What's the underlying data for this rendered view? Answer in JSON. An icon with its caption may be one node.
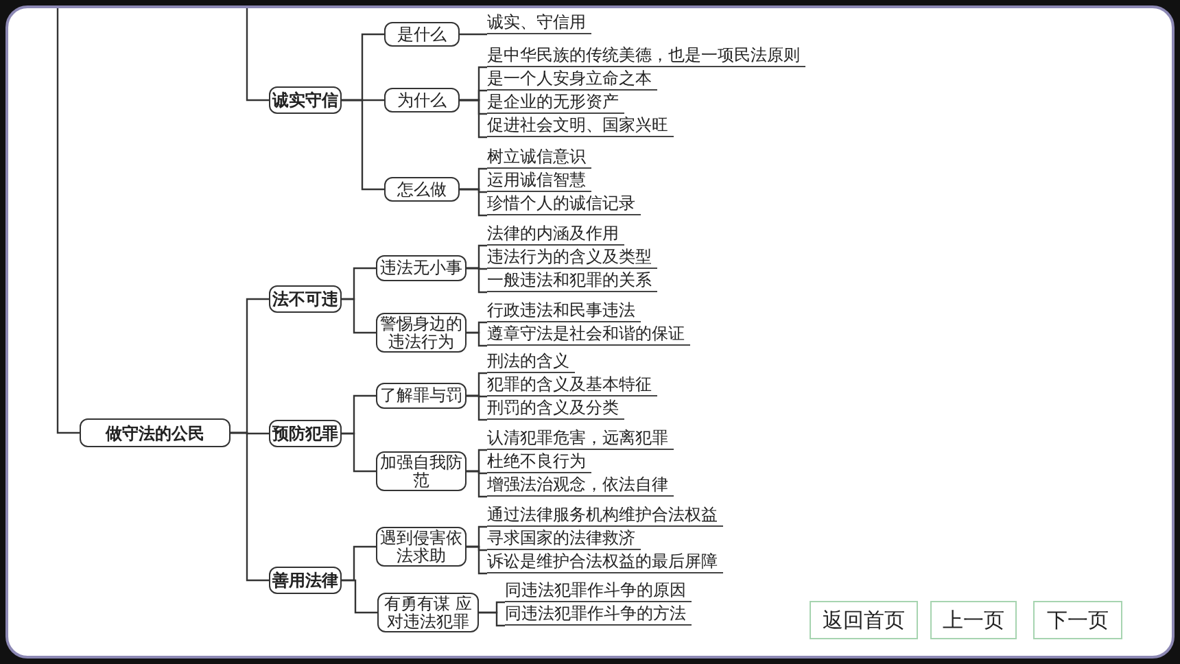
{
  "diagram": {
    "nodes": [
      {
        "text": [
          "做守法的公民"
        ]
      },
      {
        "text": [
          "诚实守信"
        ]
      },
      {
        "text": [
          "是什么"
        ]
      },
      {
        "text": [
          "诚实、守信用"
        ]
      },
      {
        "text": [
          "为什么"
        ]
      },
      {
        "text": [
          "是中华民族的传统美德，也是一项民法原则"
        ]
      },
      {
        "text": [
          "是一个人安身立命之本"
        ]
      },
      {
        "text": [
          "是企业的无形资产"
        ]
      },
      {
        "text": [
          "促进社会文明、国家兴旺"
        ]
      },
      {
        "text": [
          "怎么做"
        ]
      },
      {
        "text": [
          "树立诚信意识"
        ]
      },
      {
        "text": [
          "运用诚信智慧"
        ]
      },
      {
        "text": [
          "珍惜个人的诚信记录"
        ]
      },
      {
        "text": [
          "法不可违"
        ]
      },
      {
        "text": [
          "违法无小事"
        ]
      },
      {
        "text": [
          "法律的内涵及作用"
        ]
      },
      {
        "text": [
          "违法行为的含义及类型"
        ]
      },
      {
        "text": [
          "一般违法和犯罪的关系"
        ]
      },
      {
        "text": [
          "警惕身边的违法行为"
        ]
      },
      {
        "text": [
          "行政违法和民事违法"
        ]
      },
      {
        "text": [
          "遵章守法是社会和谐的保证"
        ]
      },
      {
        "text": [
          "预防犯罪"
        ]
      },
      {
        "text": [
          "了解罪与罚"
        ]
      },
      {
        "text": [
          "刑法的含义"
        ]
      },
      {
        "text": [
          "犯罪的含义及基本特征"
        ]
      },
      {
        "text": [
          "刑罚的含义及分类"
        ]
      },
      {
        "text": [
          "加强自我防范"
        ]
      },
      {
        "text": [
          "认清犯罪危害，远离犯罪"
        ]
      },
      {
        "text": [
          "杜绝不良行为"
        ]
      },
      {
        "text": [
          "增强法治观念，依法自律"
        ]
      },
      {
        "text": [
          "善用法律"
        ]
      },
      {
        "text": [
          "遇到侵害依法求助"
        ]
      },
      {
        "text": [
          "通过法律服务机构维护合法权益"
        ]
      },
      {
        "text": [
          "寻求国家的法律救济"
        ]
      },
      {
        "text": [
          "诉讼是维护合法权益的最后屏障"
        ]
      },
      {
        "text": [
          "有勇有谋 应对违法犯罪"
        ]
      },
      {
        "text": [
          "同违法犯罪作斗争的原因"
        ]
      },
      {
        "text": [
          "同违法犯罪作斗争的方法"
        ]
      }
    ],
    "edges": [
      {
        "from": null,
        "to": 0,
        "arrow": "none"
      },
      {
        "from": null,
        "to": 1,
        "arrow": "none"
      },
      {
        "from": 0,
        "to": 13,
        "arrow": "none"
      },
      {
        "from": 0,
        "to": 21,
        "arrow": "none"
      },
      {
        "from": 0,
        "to": 30,
        "arrow": "none"
      },
      {
        "from": 1,
        "to": 2,
        "arrow": "none"
      },
      {
        "from": 1,
        "to": 4,
        "arrow": "none"
      },
      {
        "from": 1,
        "to": 9,
        "arrow": "none"
      },
      {
        "from": 2,
        "to": 3,
        "arrow": "none"
      },
      {
        "from": 4,
        "to": 5,
        "arrow": "none"
      },
      {
        "from": 4,
        "to": 6,
        "arrow": "none"
      },
      {
        "from": 4,
        "to": 7,
        "arrow": "none"
      },
      {
        "from": 4,
        "to": 8,
        "arrow": "none"
      },
      {
        "from": 9,
        "to": 10,
        "arrow": "none"
      },
      {
        "from": 9,
        "to": 11,
        "arrow": "none"
      },
      {
        "from": 9,
        "to": 12,
        "arrow": "none"
      },
      {
        "from": 13,
        "to": 14,
        "arrow": "none"
      },
      {
        "from": 13,
        "to": 18,
        "arrow": "none"
      },
      {
        "from": 14,
        "to": 15,
        "arrow": "none"
      },
      {
        "from": 14,
        "to": 16,
        "arrow": "none"
      },
      {
        "from": 14,
        "to": 17,
        "arrow": "none"
      },
      {
        "from": 18,
        "to": 19,
        "arrow": "none"
      },
      {
        "from": 18,
        "to": 20,
        "arrow": "none"
      },
      {
        "from": 21,
        "to": 22,
        "arrow": "none"
      },
      {
        "from": 21,
        "to": 26,
        "arrow": "none"
      },
      {
        "from": 22,
        "to": 23,
        "arrow": "none"
      },
      {
        "from": 22,
        "to": 24,
        "arrow": "none"
      },
      {
        "from": 22,
        "to": 25,
        "arrow": "none"
      },
      {
        "from": 26,
        "to": 27,
        "arrow": "none"
      },
      {
        "from": 26,
        "to": 28,
        "arrow": "none"
      },
      {
        "from": 26,
        "to": 29,
        "arrow": "none"
      },
      {
        "from": 30,
        "to": 31,
        "arrow": "none"
      },
      {
        "from": 30,
        "to": 35,
        "arrow": "none"
      },
      {
        "from": 31,
        "to": 32,
        "arrow": "none"
      },
      {
        "from": 31,
        "to": 33,
        "arrow": "none"
      },
      {
        "from": 31,
        "to": 34,
        "arrow": "none"
      },
      {
        "from": 35,
        "to": 36,
        "arrow": "none"
      },
      {
        "from": 35,
        "to": 37,
        "arrow": "none"
      }
    ],
    "labels": [
      "返回首页",
      "上一页",
      "下一页"
    ]
  }
}
